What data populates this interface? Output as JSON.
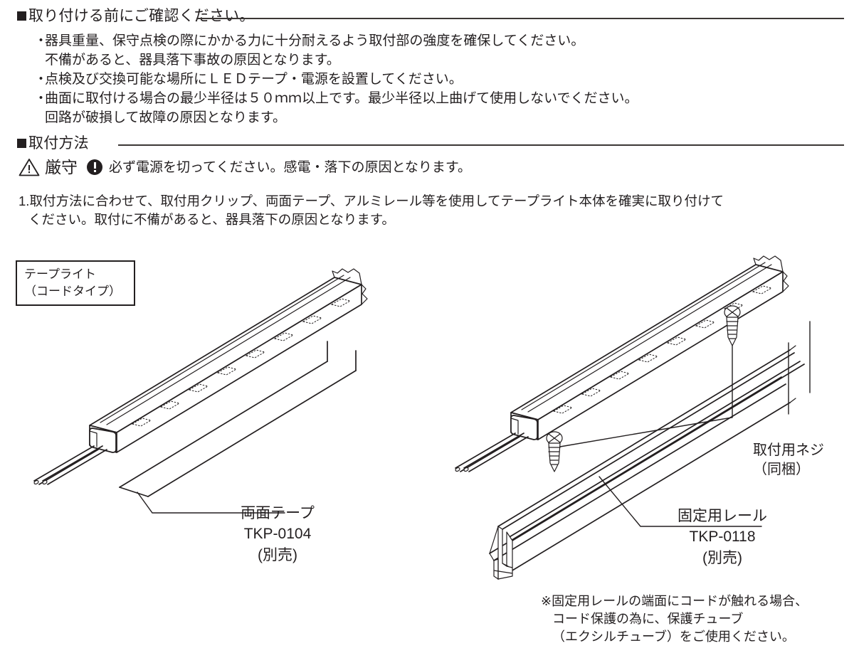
{
  "document": {
    "language": "ja",
    "title": "LEDテープライト 取付説明",
    "ink_color": "#231f20"
  },
  "section_check": {
    "bullet_icon": "black-square-bullet",
    "heading": "取り付ける前にご確認ください。",
    "items": [
      {
        "mark": "・",
        "line1": "器具重量、保守点検の際にかかる力に十分耐えるよう取付部の強度を確保してください。",
        "line2": "不備があると、器具落下事故の原因となります。"
      },
      {
        "mark": "・",
        "line1": "点検及び交換可能な場所にＬＥＤテープ・電源を設置してください。",
        "line2": ""
      },
      {
        "mark": "・",
        "line1": "曲面に取付ける場合の最少半径は５０ｍｍ以上です。最少半径以上曲げて使用しないでください。",
        "line2": "回路が破損して故障の原因となります。"
      }
    ]
  },
  "section_method": {
    "bullet_icon": "black-square-bullet",
    "heading": "取付方法",
    "warning": {
      "triangle_icon": "warning-triangle-icon",
      "label": "厳守",
      "exclamation_icon": "exclamation-circle-icon",
      "text": "必ず電源を切ってください。感電・落下の原因となります。"
    },
    "steps": [
      {
        "number": "1.",
        "line1": "取付方法に合わせて、取付用クリップ、両面テープ、アルミレール等を使用してテープライト本体を確実に取り付けて",
        "line2": "ください。取付に不備があると、器具落下の原因となります。"
      }
    ]
  },
  "figures": {
    "callout": {
      "line1": "テープライト",
      "line2": "（コードタイプ）"
    },
    "left": {
      "part_label": "両面テープ",
      "part_code": "TKP-0104",
      "part_sale": "(別売)"
    },
    "right": {
      "screw_label_line1": "取付用ネジ",
      "screw_label_line2": "（同梱）",
      "rail_label": "固定用レール",
      "rail_code": "TKP-0118",
      "rail_sale": "(別売)"
    }
  },
  "footnote": {
    "line1": "※固定用レールの端面にコードが触れる場合、",
    "line2": "コード保護の為に、保護チューブ",
    "line3": "（エクシルチューブ）をご使用ください。"
  }
}
